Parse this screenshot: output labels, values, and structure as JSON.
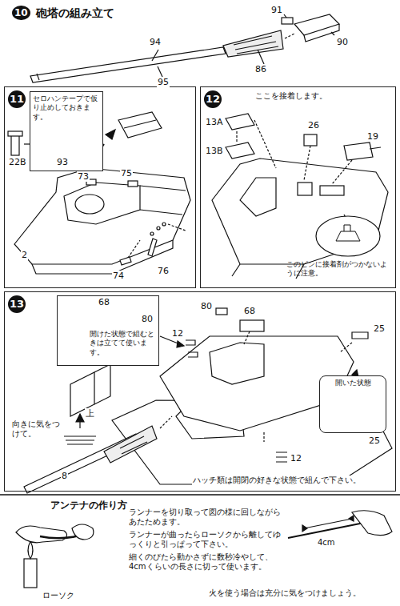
{
  "diagram": {
    "title": "砲塔の組み立て",
    "nodes": [
      {
        "text": [
          "11"
        ]
      },
      {
        "text": [
          "セロハンテープで仮り止めしておきます。"
        ],
        "in": 0
      },
      {
        "text": [
          "12"
        ]
      },
      {
        "text": [
          "このピンに接着剤がつかないように注意。"
        ],
        "in": 2
      },
      {
        "text": [
          "13"
        ]
      },
      {
        "text": [
          "開けた状態で組むときは立てて使います。"
        ],
        "in": 4
      },
      {
        "text": [
          "開いた状態"
        ],
        "in": 4
      }
    ],
    "labels": [
      "10",
      "91",
      "90",
      "86",
      "94",
      "95",
      "22B",
      "93",
      "73",
      "75",
      "2",
      "74",
      "76",
      "ここを接着します。",
      "13A",
      "13B",
      "26",
      "19",
      "80",
      "68",
      "80",
      "68",
      "12",
      "25",
      "25",
      "上",
      "向きに気をつけて。",
      "12",
      "8",
      "ハッチ類は開閉の好きな状態で組んで下さい。",
      "アンテナの作り方",
      "ランナーを切り取って図の様に回しながらあたためます。",
      "ランナーが曲ったらローソクから離してゆっくりと引っぱって下さい。",
      "細くのびたら動かさずに数秒冷やして、4cmくらいの長さに切って使います。",
      "ローソク",
      "4cm",
      "火を使う場合は充分に気をつけましょう。"
    ]
  }
}
